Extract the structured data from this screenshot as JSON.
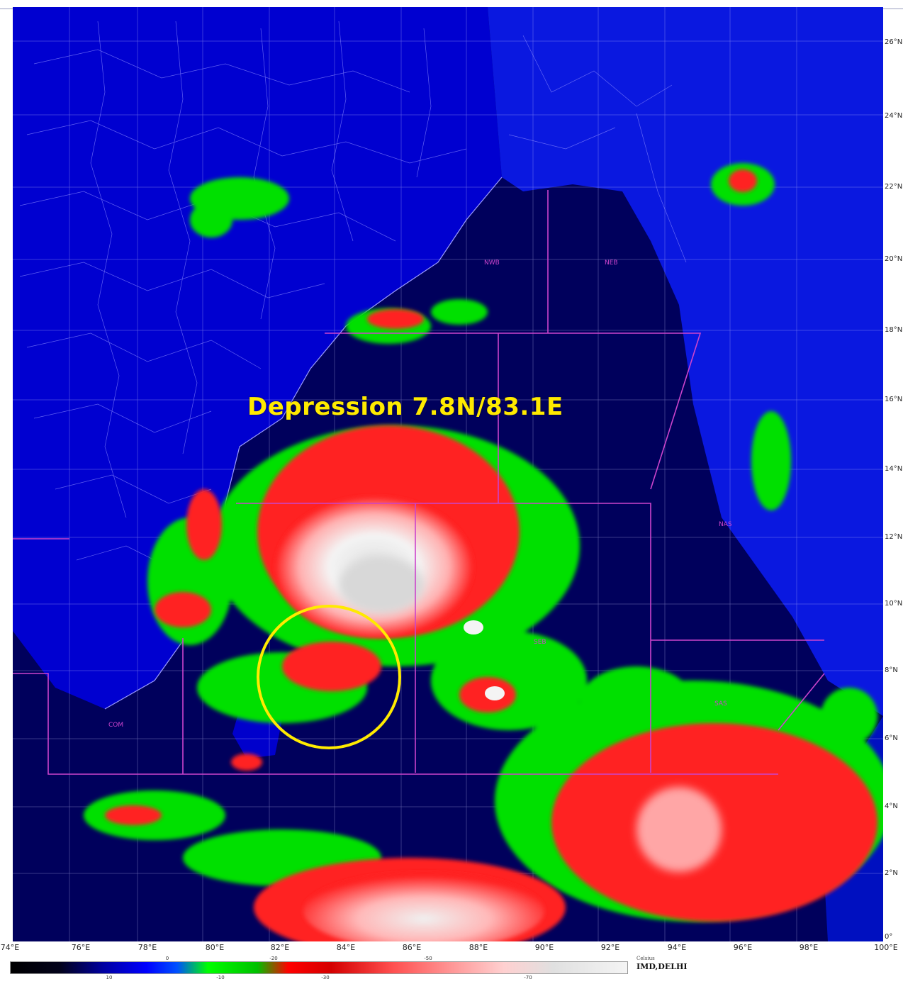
{
  "header": {
    "title": ""
  },
  "annotation": {
    "text": "Depression 7.8N/83.1E"
  },
  "latitudes": [
    "26°N",
    "24°N",
    "22°N",
    "20°N",
    "18°N",
    "16°N",
    "14°N",
    "12°N",
    "10°N",
    "8°N",
    "6°N",
    "4°N",
    "2°N",
    "0°"
  ],
  "longitudes": [
    "74°E",
    "76°E",
    "78°E",
    "80°E",
    "82°E",
    "84°E",
    "86°E",
    "88°E",
    "90°E",
    "92°E",
    "94°E",
    "96°E",
    "98°E",
    "100°E"
  ],
  "region_labels": [
    "NWB",
    "NEB",
    "NAS",
    "SEB",
    "SAS",
    "COM"
  ],
  "colorbar": {
    "top_ticks": [
      "0",
      "-20",
      "-50"
    ],
    "bottom_ticks": [
      "10",
      "-10",
      "-30",
      "-70"
    ]
  },
  "legend": {
    "units": "Celsius",
    "agency": "IMD,DELHI"
  },
  "colors": {
    "ocean": "#000060",
    "land": "#0000d8",
    "cold_cloud": "#ff2020",
    "coldest_cloud": "#f2f2f2",
    "annotation": "#ffea00",
    "boundaries": "#cc44cc"
  },
  "icons": [
    "depression-circle-marker"
  ]
}
